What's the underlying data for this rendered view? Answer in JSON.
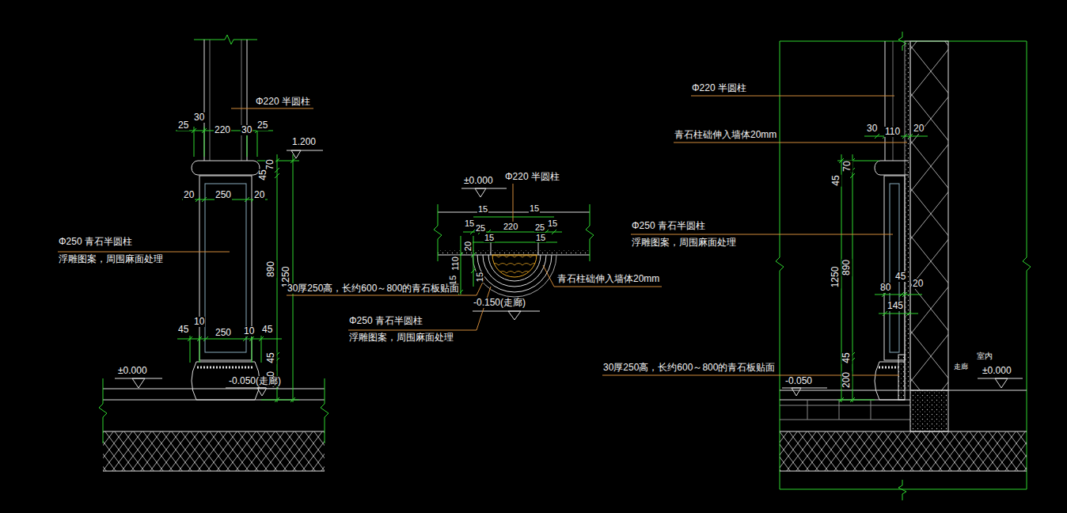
{
  "diagram": {
    "labels": [
      "Φ220 半圆柱",
      "25",
      "30",
      "220",
      "30",
      "25",
      "1.200",
      "70",
      "45",
      "20",
      "250",
      "20",
      "Φ250 青石半圆柱",
      "浮雕图案，周围麻面处理",
      "890",
      "1250",
      "45",
      "10",
      "250",
      "10",
      "45",
      "45",
      "200",
      "±0.000",
      "-0.050(走廊)",
      "±0.000",
      "Φ220 半圆柱",
      "15",
      "15",
      "15",
      "25",
      "220",
      "25",
      "15",
      "15",
      "15",
      "20",
      "110",
      "15",
      "15",
      "30厚250高，长约600～800的青石板贴面",
      "青石柱础伸入墙体20mm",
      "-0.150(走廊)",
      "Φ250 青石半圆柱",
      "浮雕图案，周围麻面处理",
      "Φ220 半圆柱",
      "30",
      "110",
      "20",
      "青石柱础伸入墙体20mm",
      "45",
      "70",
      "Φ250 青石半圆柱",
      "浮雕图案，周围麻面处理",
      "1250",
      "890",
      "45",
      "80",
      "20",
      "145",
      "45",
      "200",
      "30厚250高，长约600～800的青石板贴面",
      "走廊",
      "室内",
      "±0.000",
      "-0.050"
    ]
  }
}
